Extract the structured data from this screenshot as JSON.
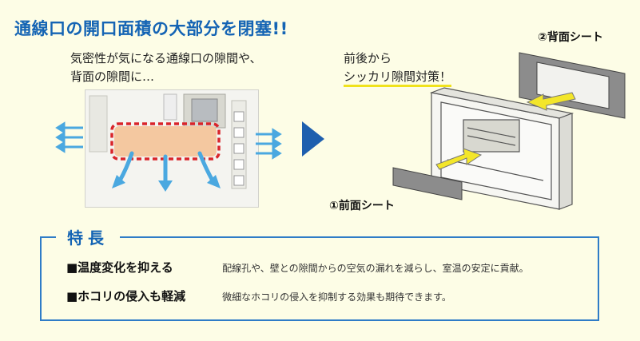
{
  "headline": "通線口の開口面積の大部分を閉塞!!",
  "left_caption": {
    "line1": "気密性が気になる通線口の隙間や、",
    "line2": "背面の隙間に…"
  },
  "right_caption": {
    "line1": "前後から",
    "line2": "シッカリ隙間対策！"
  },
  "labels": {
    "back_sheet": "②背面シート",
    "front_sheet": "①前面シート"
  },
  "features": {
    "title": "特長",
    "items": [
      {
        "label": "■温度変化を抑える",
        "text": "配線孔や、壁との隙間からの空気の漏れを減らし、室温の安定に貢献。"
      },
      {
        "label": "■ホコリの侵入も軽減",
        "text": "微細なホコリの侵入を抑制する効果も期待できます。"
      }
    ]
  },
  "colors": {
    "background": "#fdfde6",
    "accent_blue": "#1464b4",
    "highlight_yellow": "#f0e21c",
    "opening_orange": "#f4c8a0",
    "dashed_red": "#d9252a",
    "airflow_blue": "#4aa8e0",
    "sheet_gray": "#8c8c8c"
  },
  "icons": [
    "airflow-arrow-icon",
    "play-arrow-icon",
    "insert-arrow-icon"
  ]
}
